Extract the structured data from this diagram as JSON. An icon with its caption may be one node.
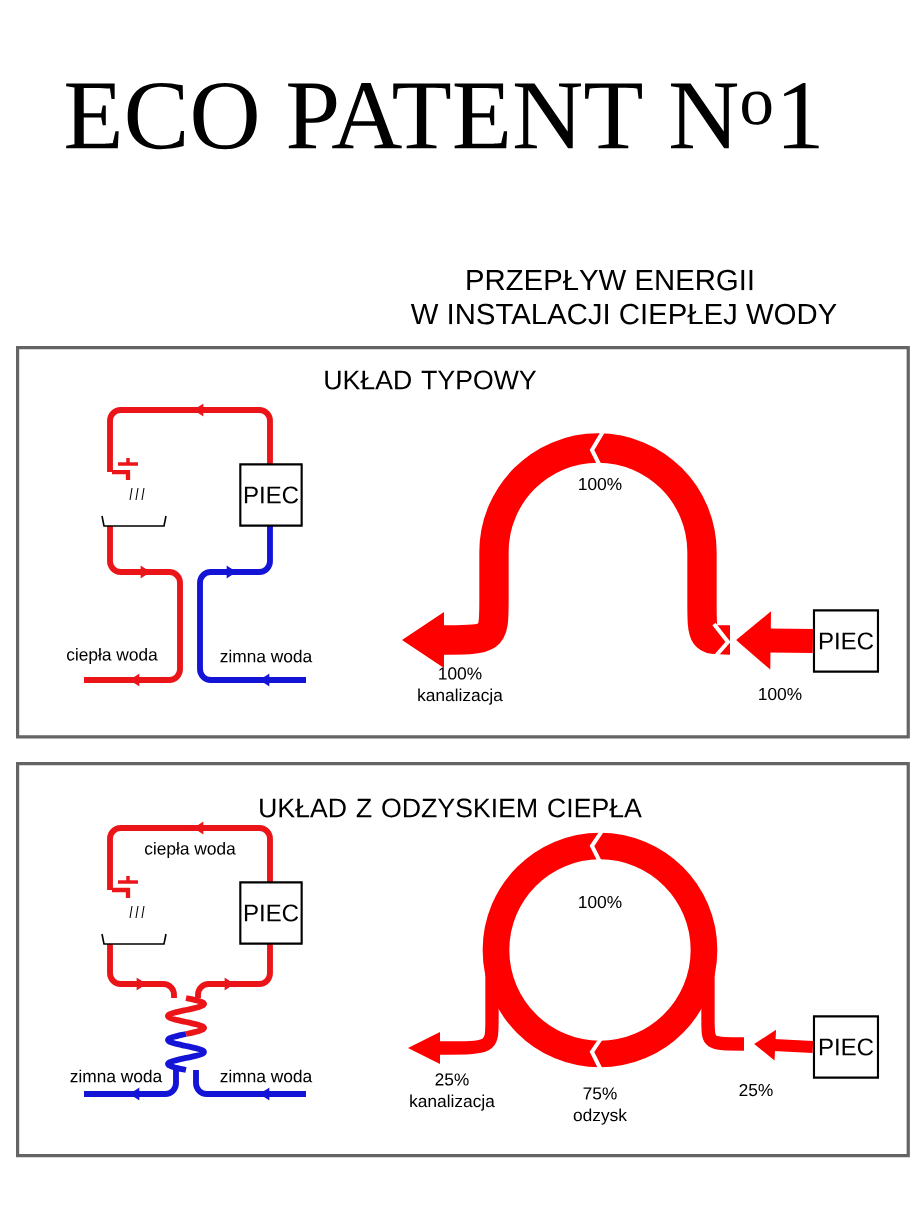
{
  "diagram": {
    "title": "ECO PATENT N$^{o}$1",
    "nodes": [
      {
        "text": [
          "UKŁAD TYPOWY"
        ]
      },
      {
        "text": [
          "PIEC"
        ],
        "in": 0
      },
      {
        "text": [
          "PIEC"
        ],
        "in": 0
      },
      {
        "text": [
          "UKŁAD Z ODZYSKIEM CIEPŁA"
        ]
      },
      {
        "text": [
          "PIEC"
        ],
        "in": 3
      },
      {
        "text": [
          "PIEC"
        ],
        "in": 3
      }
    ],
    "edges": [
      {
        "from": 2,
        "to": null,
        "arrow": "to",
        "style": "thick"
      },
      {
        "from": 5,
        "to": null,
        "arrow": "to"
      }
    ],
    "labels": [
      "PRZEPŁYW ENERGII",
      "W INSTALACJI CIEPŁEJ WODY",
      "ciepła woda",
      "zimna woda",
      "100%",
      "100% kanalizacja",
      "100%",
      "ciepła woda",
      "100%",
      "zimna woda",
      "zimna woda",
      "25% kanalizacja",
      "75% odzysk",
      "25%"
    ]
  }
}
